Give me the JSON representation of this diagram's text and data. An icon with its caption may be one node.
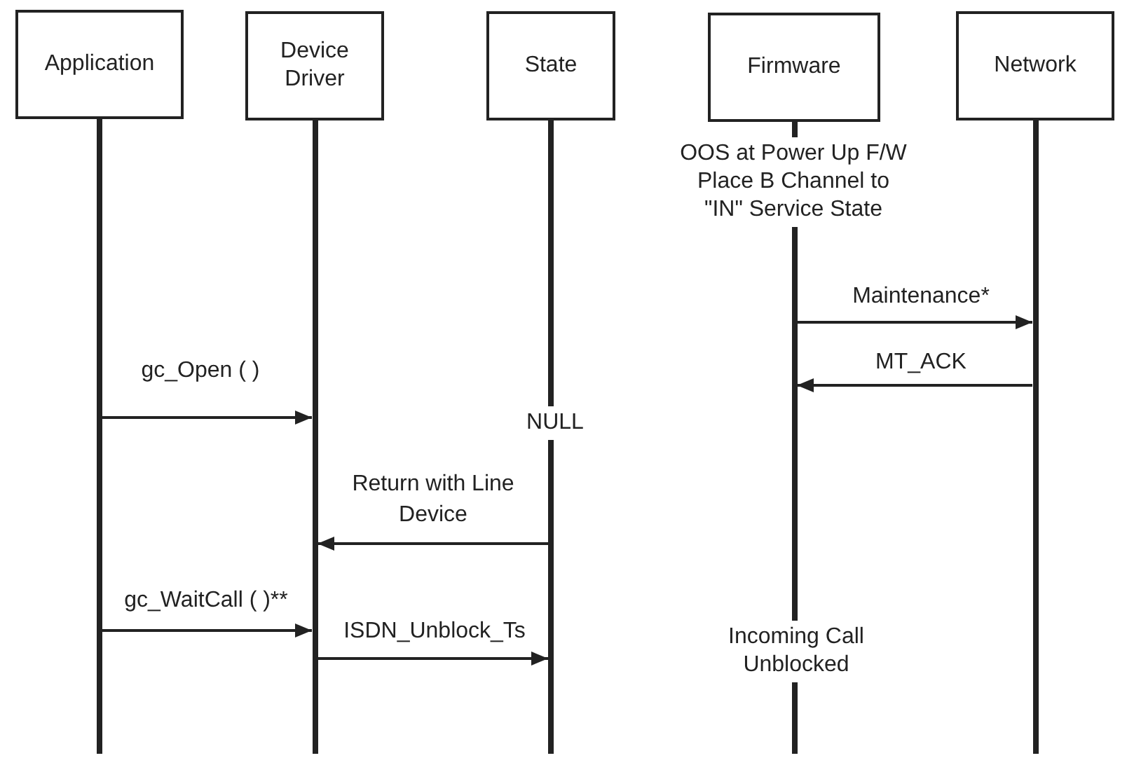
{
  "diagram": {
    "nodes": [
      {
        "text": [
          "Application"
        ]
      },
      {
        "text": [
          "Device Driver"
        ]
      },
      {
        "text": [
          "State"
        ]
      },
      {
        "text": [
          "Firmware"
        ]
      },
      {
        "text": [
          "Network"
        ]
      }
    ],
    "edges": [
      {
        "from": 3,
        "to": 4,
        "arrow": "to",
        "label": "Maintenance*"
      },
      {
        "from": 4,
        "to": 3,
        "arrow": "to",
        "label": "MT_ACK"
      },
      {
        "from": 0,
        "to": 1,
        "arrow": "to",
        "label": "gc_Open ( )"
      },
      {
        "from": 2,
        "to": 1,
        "arrow": "to",
        "label": "Return with Line Device"
      },
      {
        "from": 0,
        "to": 1,
        "arrow": "to",
        "label": "gc_WaitCall ( )**"
      },
      {
        "from": 1,
        "to": 2,
        "arrow": "to",
        "label": "ISDN_Unblock_Ts"
      }
    ],
    "labels": [
      "OOS at Power Up F/W Place B Channel to \"IN\" Service State",
      "NULL",
      "Incoming Call Unblocked"
    ]
  }
}
